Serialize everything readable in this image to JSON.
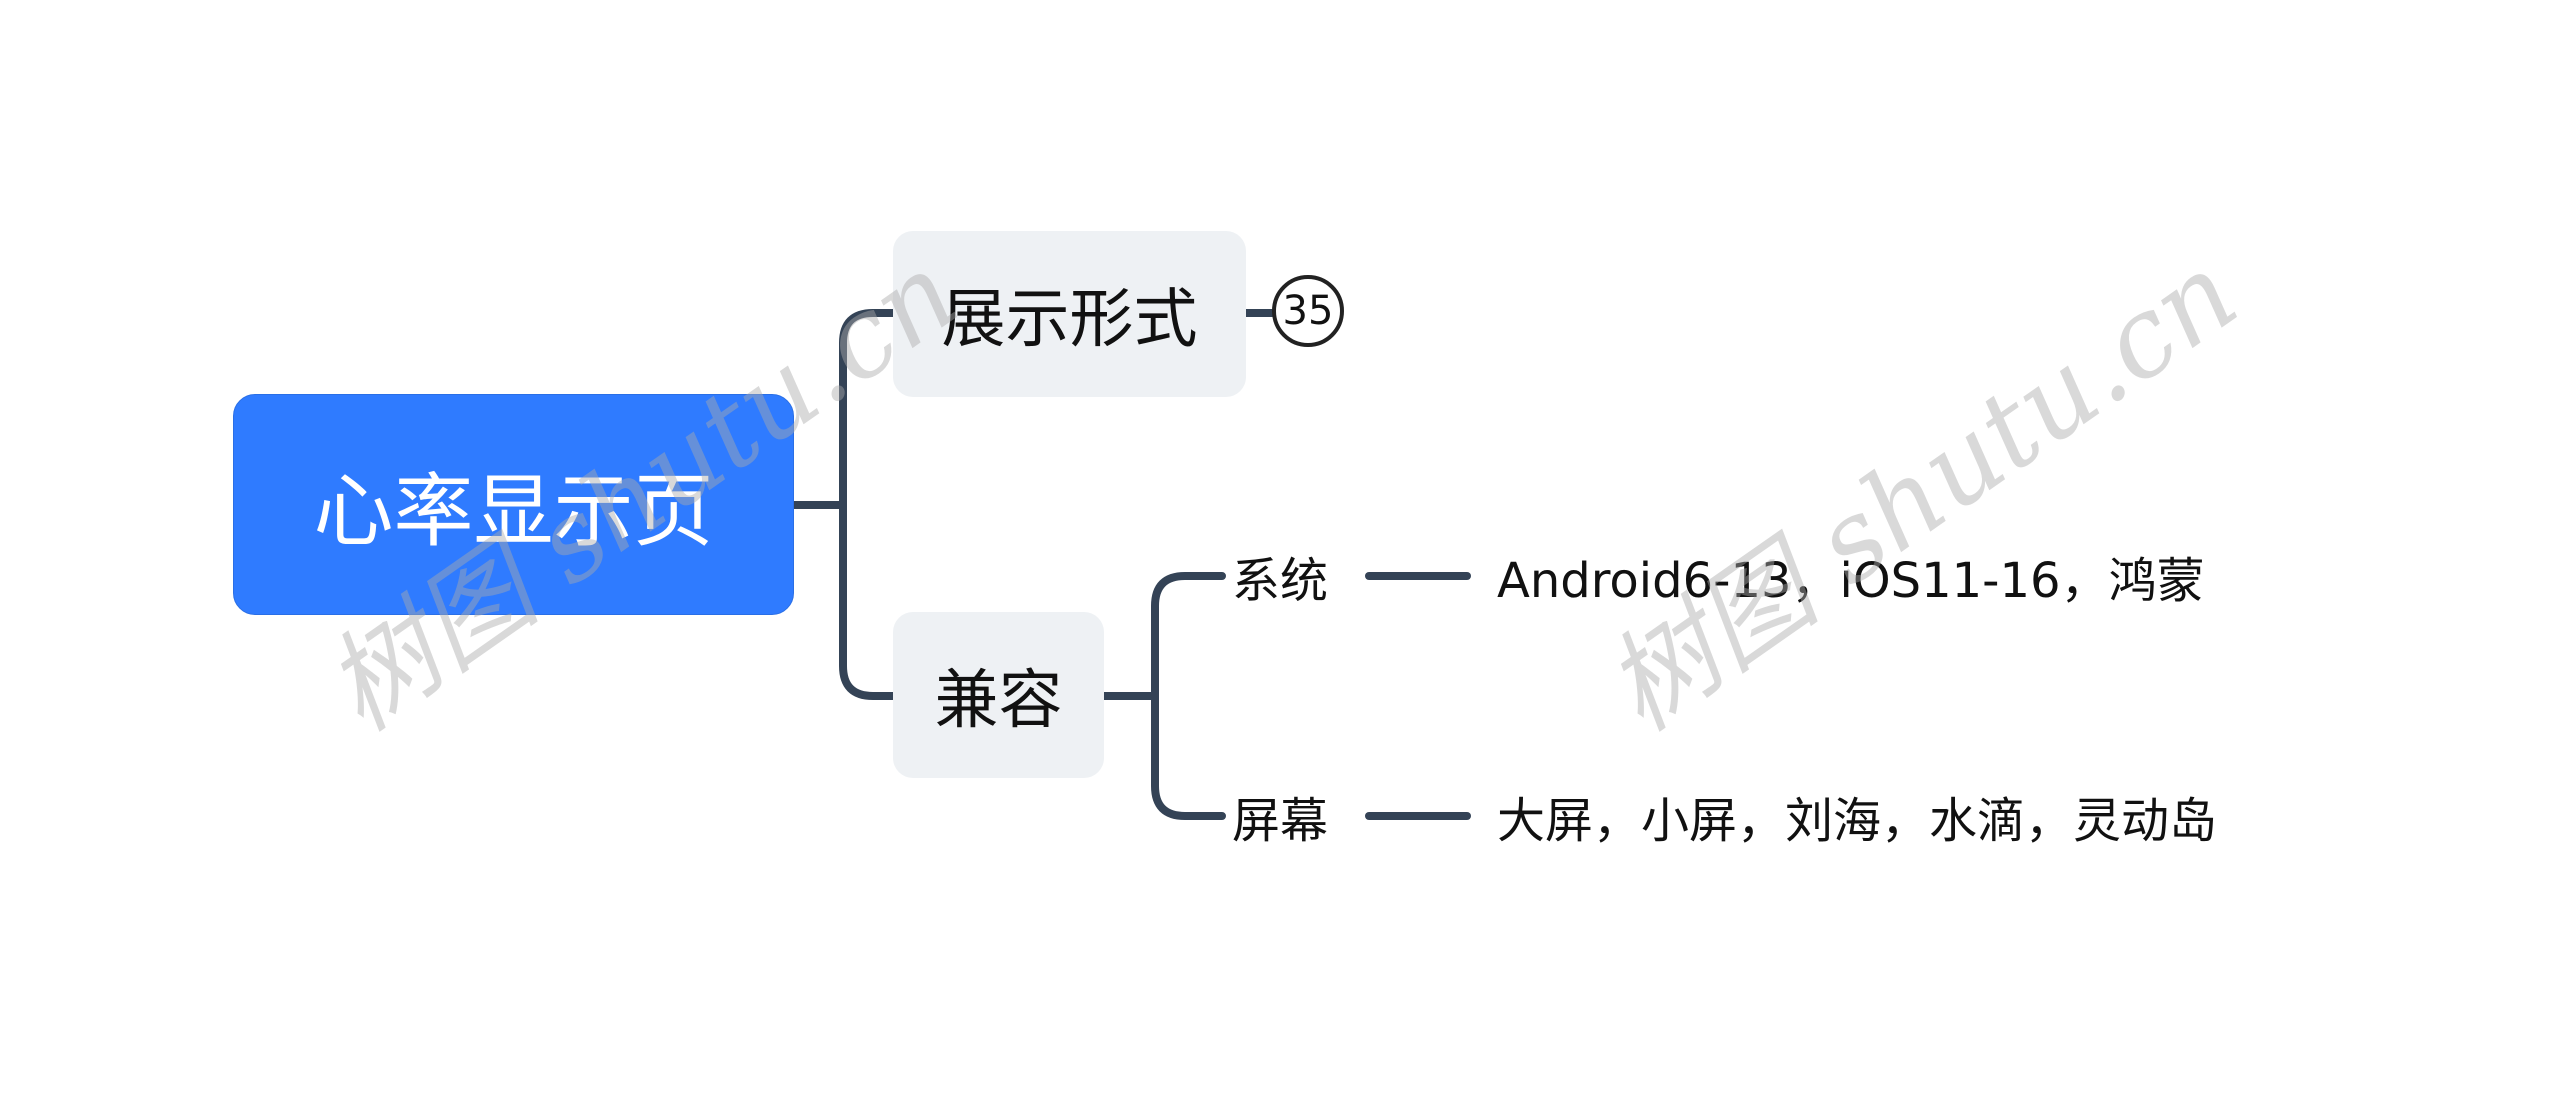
{
  "root": {
    "label": "心率显示页"
  },
  "branches": [
    {
      "label": "展示形式",
      "badge": "35"
    },
    {
      "label": "兼容",
      "children": [
        {
          "label": "系统",
          "value": "Android6-13，iOS11-16，鸿蒙"
        },
        {
          "label": "屏幕",
          "value": "大屏，小屏，刘海，水滴，灵动岛"
        }
      ]
    }
  ],
  "watermark": "树图 shutu.cn",
  "colors": {
    "root": "#2f7bff",
    "line": "#344356",
    "subnode": "#eef1f4"
  }
}
